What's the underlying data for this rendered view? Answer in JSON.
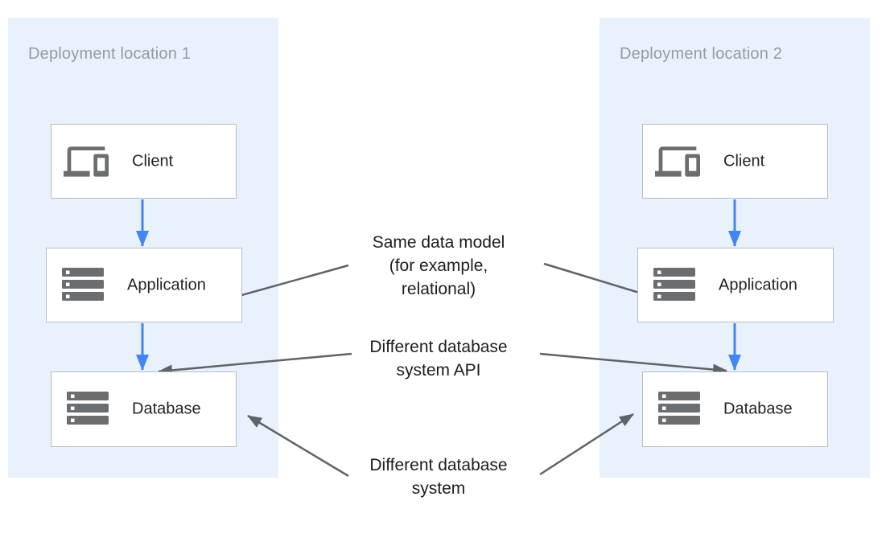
{
  "diagram": {
    "locations": [
      {
        "title": "Deployment location 1",
        "nodes": [
          {
            "label": "Client",
            "icon": "devices-icon"
          },
          {
            "label": "Application",
            "icon": "server-stack-icon"
          },
          {
            "label": "Database",
            "icon": "server-stack-icon"
          }
        ]
      },
      {
        "title": "Deployment location 2",
        "nodes": [
          {
            "label": "Client",
            "icon": "devices-icon"
          },
          {
            "label": "Application",
            "icon": "server-stack-icon"
          },
          {
            "label": "Database",
            "icon": "server-stack-icon"
          }
        ]
      }
    ],
    "annotations": [
      {
        "lines": [
          "Same data model",
          "(for example,",
          "relational)"
        ]
      },
      {
        "lines": [
          "Different database",
          "system API"
        ]
      },
      {
        "lines": [
          "Different database",
          "system"
        ]
      }
    ],
    "colors": {
      "panel_bg": "#e8f1fc",
      "node_border": "#b6bcc2",
      "title_gray": "#939ca6",
      "label_dark": "#212427",
      "icon_gray": "#6a6e71",
      "flow_arrow_blue": "#4285f4",
      "annotation_arrow_gray": "#5f6368"
    }
  }
}
